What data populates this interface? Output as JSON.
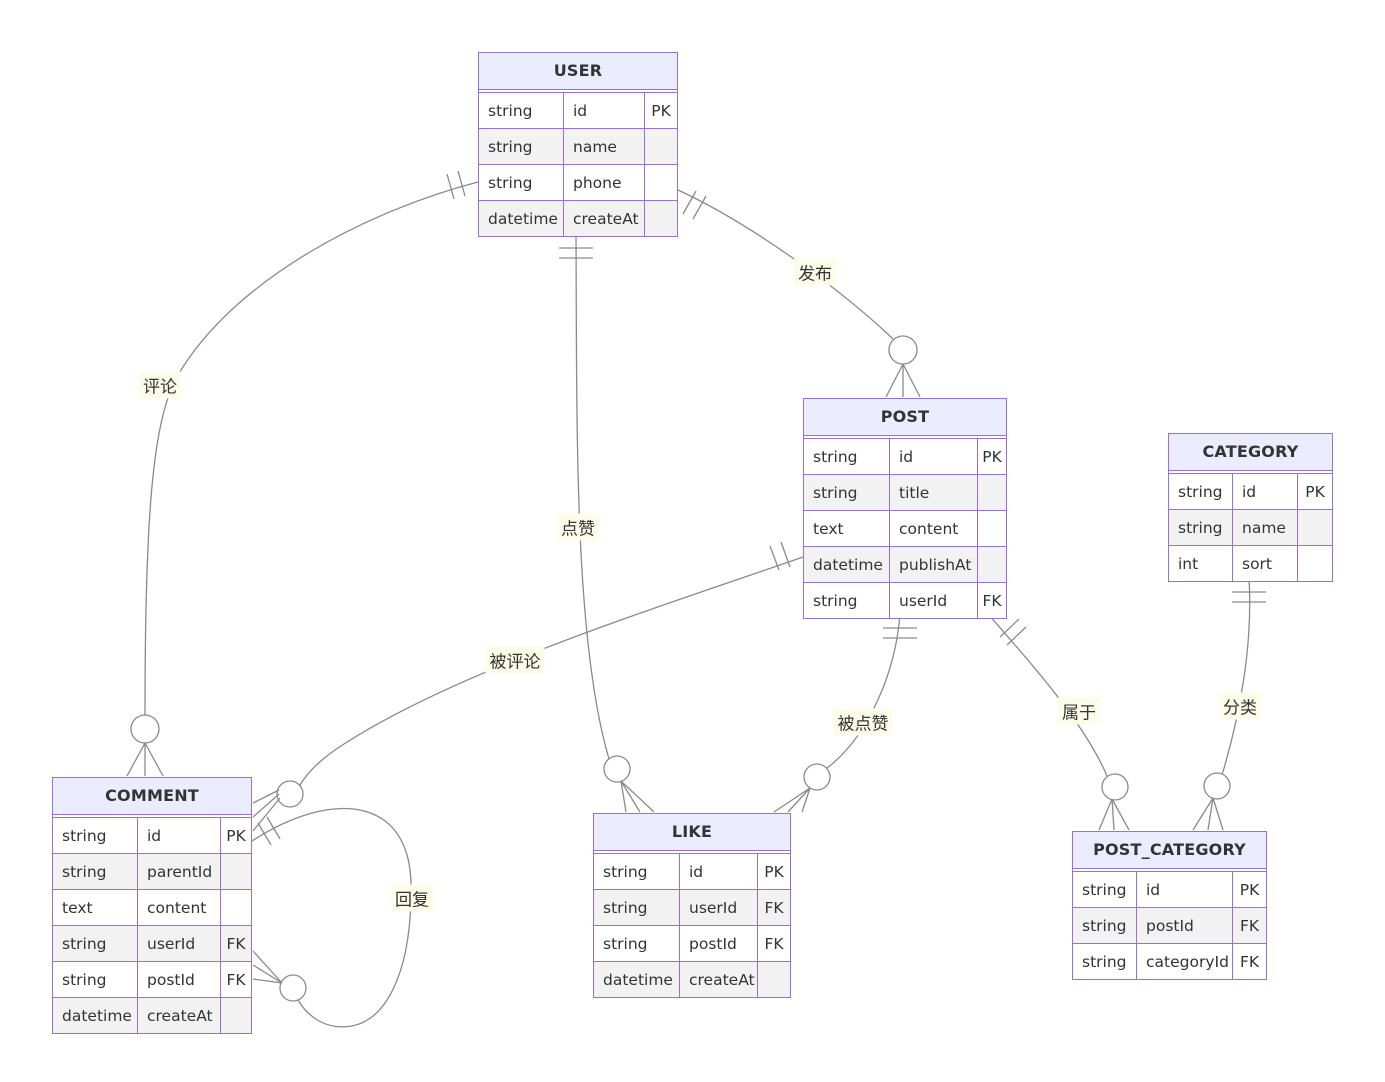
{
  "diagram_type": "entity-relationship",
  "colors": {
    "entity_header": "#ECECFF",
    "entity_border": "#9370DB",
    "row_alternate": "#f2f2f2",
    "relationship_line": "#8a8a8a",
    "label_background": "#fcfce9",
    "text": "#333333"
  },
  "entities": [
    {
      "id": "user",
      "name": "USER",
      "rows": [
        {
          "type": "string",
          "attr": "id",
          "key": "PK"
        },
        {
          "type": "string",
          "attr": "name",
          "key": ""
        },
        {
          "type": "string",
          "attr": "phone",
          "key": ""
        },
        {
          "type": "datetime",
          "attr": "createAt",
          "key": ""
        }
      ]
    },
    {
      "id": "post",
      "name": "POST",
      "rows": [
        {
          "type": "string",
          "attr": "id",
          "key": "PK"
        },
        {
          "type": "string",
          "attr": "title",
          "key": ""
        },
        {
          "type": "text",
          "attr": "content",
          "key": ""
        },
        {
          "type": "datetime",
          "attr": "publishAt",
          "key": ""
        },
        {
          "type": "string",
          "attr": "userId",
          "key": "FK"
        }
      ]
    },
    {
      "id": "category",
      "name": "CATEGORY",
      "rows": [
        {
          "type": "string",
          "attr": "id",
          "key": "PK"
        },
        {
          "type": "string",
          "attr": "name",
          "key": ""
        },
        {
          "type": "int",
          "attr": "sort",
          "key": ""
        }
      ]
    },
    {
      "id": "comment",
      "name": "COMMENT",
      "rows": [
        {
          "type": "string",
          "attr": "id",
          "key": "PK"
        },
        {
          "type": "string",
          "attr": "parentId",
          "key": ""
        },
        {
          "type": "text",
          "attr": "content",
          "key": ""
        },
        {
          "type": "string",
          "attr": "userId",
          "key": "FK"
        },
        {
          "type": "string",
          "attr": "postId",
          "key": "FK"
        },
        {
          "type": "datetime",
          "attr": "createAt",
          "key": ""
        }
      ]
    },
    {
      "id": "like",
      "name": "LIKE",
      "rows": [
        {
          "type": "string",
          "attr": "id",
          "key": "PK"
        },
        {
          "type": "string",
          "attr": "userId",
          "key": "FK"
        },
        {
          "type": "string",
          "attr": "postId",
          "key": "FK"
        },
        {
          "type": "datetime",
          "attr": "createAt",
          "key": ""
        }
      ]
    },
    {
      "id": "post_category",
      "name": "POST_CATEGORY",
      "rows": [
        {
          "type": "string",
          "attr": "id",
          "key": "PK"
        },
        {
          "type": "string",
          "attr": "postId",
          "key": "FK"
        },
        {
          "type": "string",
          "attr": "categoryId",
          "key": "FK"
        }
      ]
    }
  ],
  "relationships": [
    {
      "from": "USER",
      "to": "COMMENT",
      "label": "评论",
      "from_cardinality": "exactly-one",
      "to_cardinality": "zero-or-many"
    },
    {
      "from": "USER",
      "to": "POST",
      "label": "发布",
      "from_cardinality": "exactly-one",
      "to_cardinality": "zero-or-many"
    },
    {
      "from": "USER",
      "to": "LIKE",
      "label": "点赞",
      "from_cardinality": "exactly-one",
      "to_cardinality": "zero-or-many"
    },
    {
      "from": "POST",
      "to": "COMMENT",
      "label": "被评论",
      "from_cardinality": "exactly-one",
      "to_cardinality": "zero-or-many"
    },
    {
      "from": "POST",
      "to": "LIKE",
      "label": "被点赞",
      "from_cardinality": "exactly-one",
      "to_cardinality": "zero-or-many"
    },
    {
      "from": "POST",
      "to": "POST_CATEGORY",
      "label": "属于",
      "from_cardinality": "exactly-one",
      "to_cardinality": "zero-or-many"
    },
    {
      "from": "CATEGORY",
      "to": "POST_CATEGORY",
      "label": "分类",
      "from_cardinality": "exactly-one",
      "to_cardinality": "zero-or-many"
    },
    {
      "from": "COMMENT",
      "to": "COMMENT",
      "label": "回复",
      "from_cardinality": "exactly-one",
      "to_cardinality": "zero-or-many"
    }
  ]
}
